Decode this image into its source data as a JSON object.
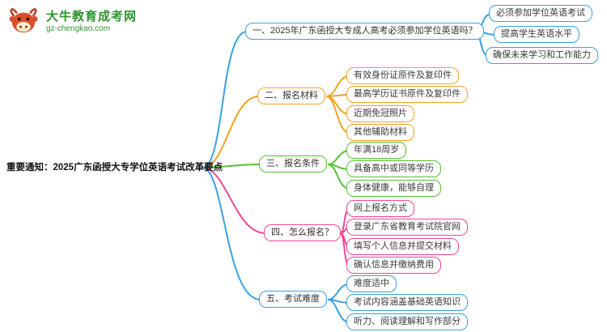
{
  "logo": {
    "site_name": "大牛教育成考网",
    "site_url": "gz-chengkao.com"
  },
  "colors": {
    "blue": "#38a1e0",
    "orange": "#f2a321",
    "green": "#55c132",
    "pink": "#f04896",
    "brand_green": "#2e9430",
    "logo_red": "#d94f2b"
  },
  "mindmap": {
    "root": "重要通知：2025广东函授大专学位英语考试改革要点",
    "branches": [
      {
        "label": "一、2025年广东函授大专成人高考必须参加学位英语吗？",
        "color": "#38a1e0",
        "children": [
          "必须参加学位英语考试",
          "提高学生英语水平",
          "确保未来学习和工作能力"
        ]
      },
      {
        "label": "二、报名材料",
        "color": "#f2a321",
        "children": [
          "有效身份证原件及复印件",
          "最高学历证书原件及复印件",
          "近期免冠照片",
          "其他辅助材料"
        ]
      },
      {
        "label": "三、报名条件",
        "color": "#55c132",
        "children": [
          "年满18周岁",
          "具备高中或同等学历",
          "身体健康，能够自理"
        ]
      },
      {
        "label": "四、怎么报名？",
        "color": "#f04896",
        "children": [
          "网上报名方式",
          "登录广东省教育考试院官网",
          "填写个人信息并提交材料",
          "确认信息并缴纳费用"
        ]
      },
      {
        "label": "五、考试难度",
        "color": "#38a1e0",
        "children": [
          "难度适中",
          "考试内容涵盖基础英语知识",
          "听力、阅读理解和写作部分"
        ]
      }
    ]
  }
}
